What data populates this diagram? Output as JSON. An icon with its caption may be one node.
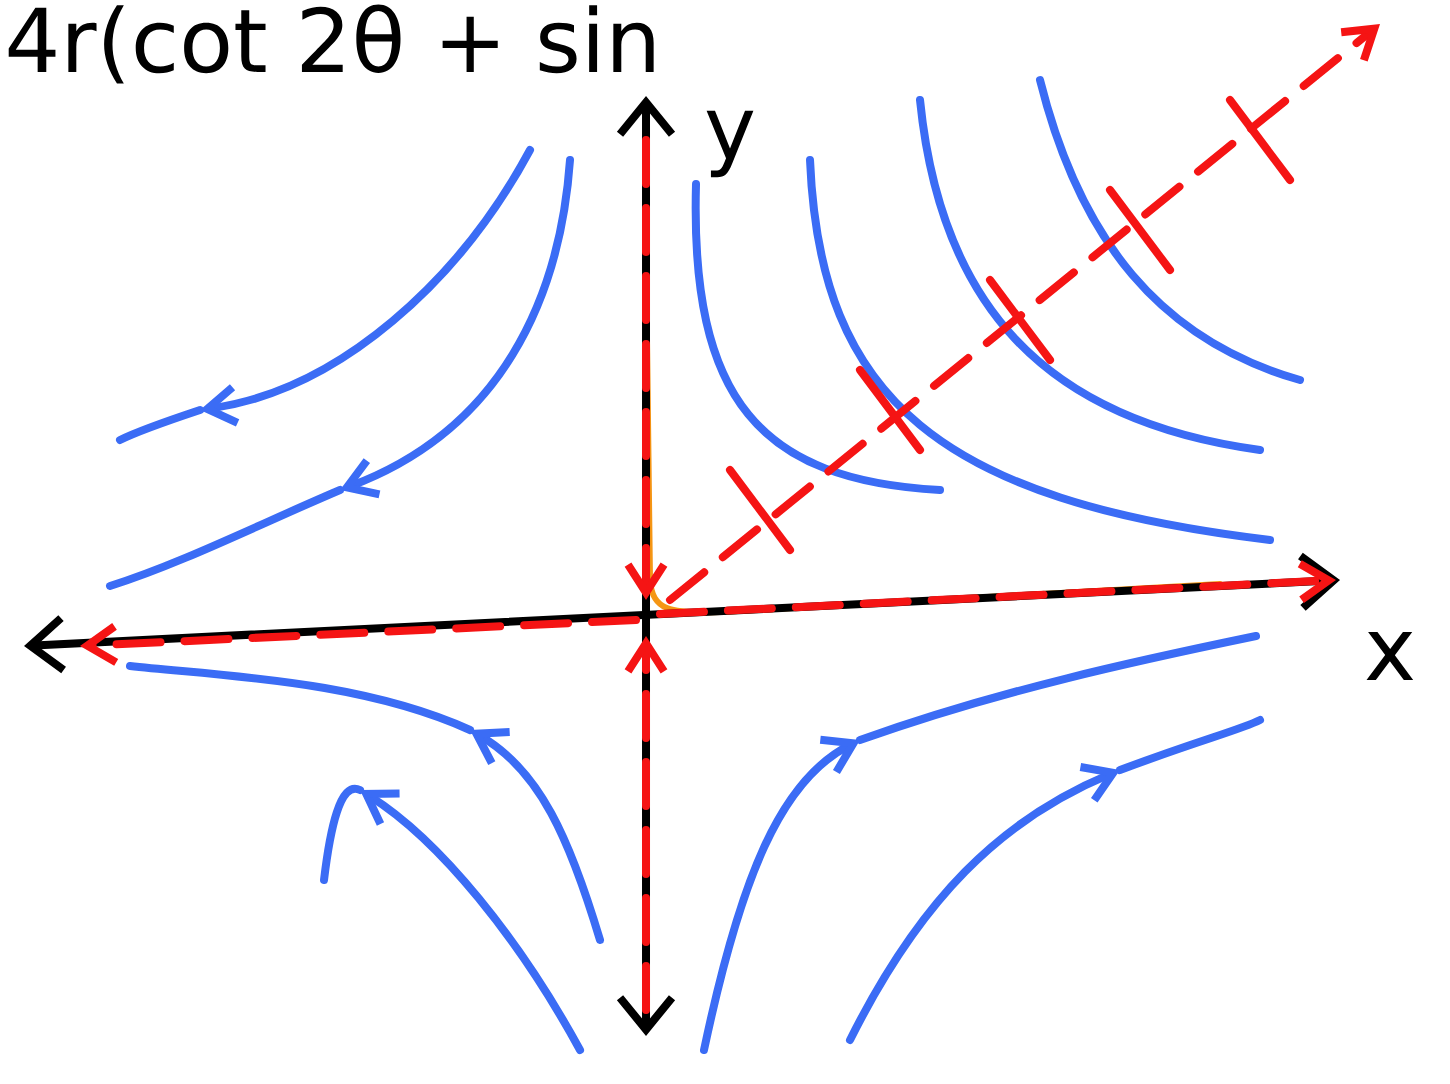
{
  "diagram": {
    "labels": [
      "4r(cot 2θ + sin",
      "y",
      "x"
    ]
  }
}
